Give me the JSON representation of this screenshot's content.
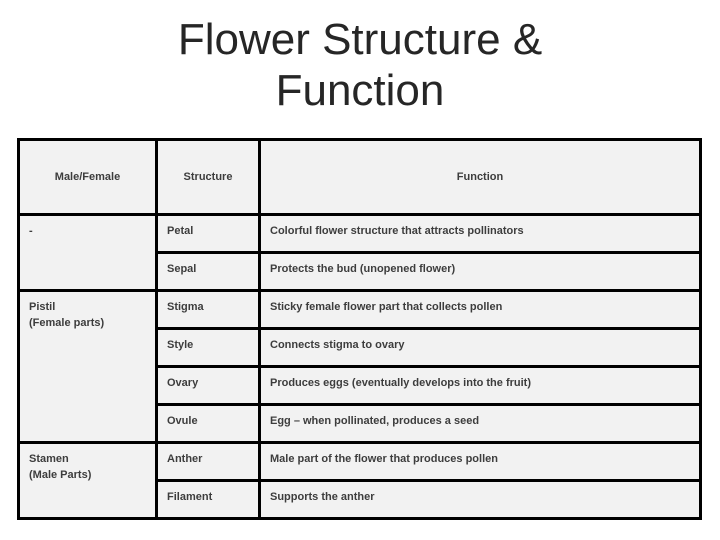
{
  "slide": {
    "title": "Flower Structure &\nFunction"
  },
  "table": {
    "headers": {
      "group": "Male/Female",
      "structure": "Structure",
      "function": "Function"
    },
    "groups": [
      {
        "label": "-",
        "rows": [
          {
            "structure": "Petal",
            "function": "Colorful flower structure that attracts pollinators"
          },
          {
            "structure": "Sepal",
            "function": "Protects the bud (unopened flower)"
          }
        ]
      },
      {
        "label": "Pistil\n(Female parts)",
        "rows": [
          {
            "structure": "Stigma",
            "function": "Sticky female flower part that collects pollen"
          },
          {
            "structure": "Style",
            "function": "Connects stigma to ovary"
          },
          {
            "structure": "Ovary",
            "function": "Produces eggs (eventually develops into the fruit)"
          },
          {
            "structure": "Ovule",
            "function": "Egg – when pollinated, produces a seed"
          }
        ]
      },
      {
        "label": "Stamen\n(Male Parts)",
        "rows": [
          {
            "structure": "Anther",
            "function": "Male part of the flower that produces pollen"
          },
          {
            "structure": "Filament",
            "function": "Supports the anther"
          }
        ]
      }
    ]
  },
  "colors": {
    "cell_bg": "#f2f2f2",
    "border": "#000000",
    "cell_text": "#3d3d3d",
    "title_text": "#262626"
  }
}
